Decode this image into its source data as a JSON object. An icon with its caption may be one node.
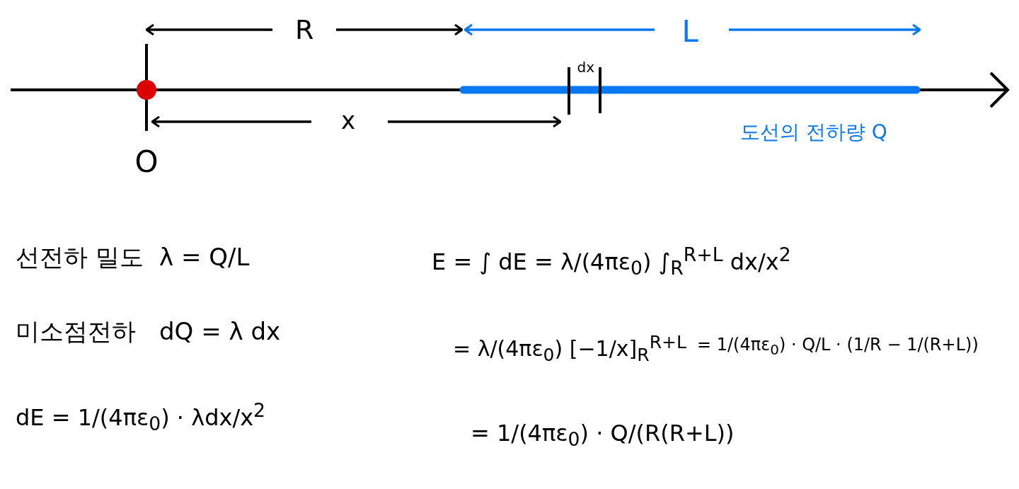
{
  "diagram": {
    "labels": [
      "R",
      "L",
      "dx",
      "x",
      "도선의 전하량 Q",
      "O",
      "선전하 밀도",
      "λ = Q/L",
      "미소점전하",
      "dQ = λ dx",
      "dE = 1/(4πε$_{0}$) · λdx/x$^{2}$",
      "E = ∫ dE = λ/(4πε$_{0}$) ∫$_{R}$$^{R+L}$ dx/x$^{2}$",
      "= λ/(4πε$_{0}$) [−1/x]$_{R}$$^{R+L}$",
      "= 1/(4πε$_{0}$) · Q/L · (1/R − 1/(R+L))",
      "= 1/(4πε$_{0}$) · Q/(R(R+L))"
    ]
  }
}
